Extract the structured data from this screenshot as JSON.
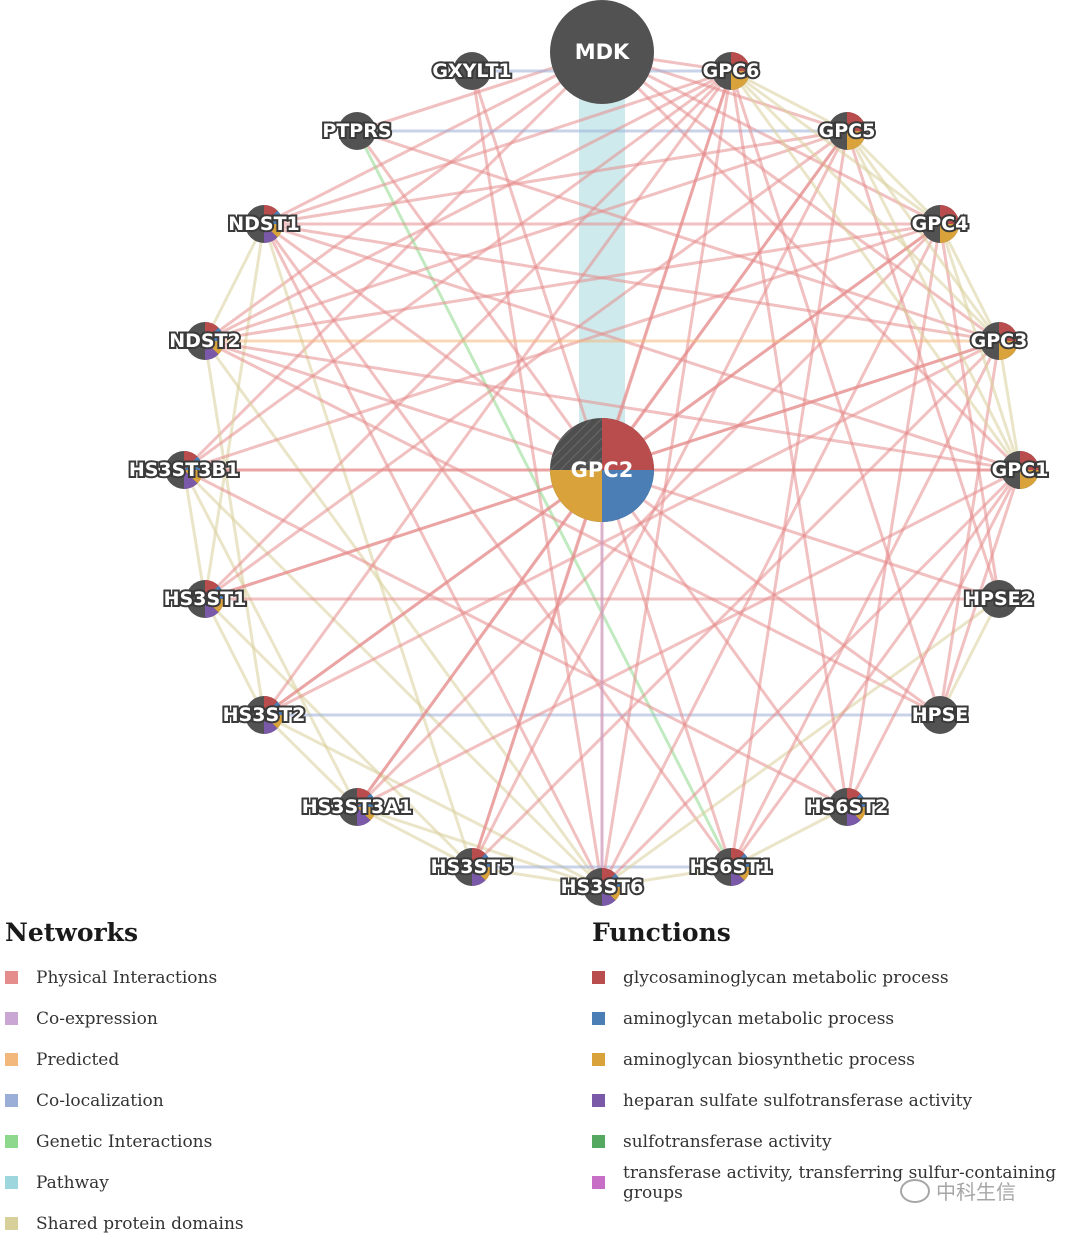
{
  "graph": {
    "nodes": [
      {
        "id": "MDK",
        "label": "MDK",
        "type": "hub-top",
        "funcs": []
      },
      {
        "id": "GPC2",
        "label": "GPC2",
        "type": "hub",
        "funcs": [
          "glycosaminoglycan metabolic process",
          "aminoglycan metabolic process",
          "aminoglycan biosynthetic process",
          "query"
        ]
      },
      {
        "id": "GXYLT1",
        "label": "GXYLT1",
        "type": "node",
        "funcs": []
      },
      {
        "id": "PTPRS",
        "label": "PTPRS",
        "type": "node",
        "funcs": []
      },
      {
        "id": "NDST1",
        "label": "NDST1",
        "type": "node",
        "funcs": [
          "glycosaminoglycan metabolic process",
          "aminoglycan metabolic process",
          "aminoglycan biosynthetic process",
          "heparan sulfate sulfotransferase activity"
        ]
      },
      {
        "id": "NDST2",
        "label": "NDST2",
        "type": "node",
        "funcs": [
          "glycosaminoglycan metabolic process",
          "aminoglycan metabolic process",
          "aminoglycan biosynthetic process",
          "heparan sulfate sulfotransferase activity"
        ]
      },
      {
        "id": "HS3ST3B1",
        "label": "HS3ST3B1",
        "type": "node",
        "funcs": [
          "glycosaminoglycan metabolic process",
          "aminoglycan metabolic process",
          "aminoglycan biosynthetic process",
          "heparan sulfate sulfotransferase activity"
        ]
      },
      {
        "id": "HS3ST1",
        "label": "HS3ST1",
        "type": "node",
        "funcs": [
          "glycosaminoglycan metabolic process",
          "aminoglycan metabolic process",
          "aminoglycan biosynthetic process",
          "heparan sulfate sulfotransferase activity"
        ]
      },
      {
        "id": "HS3ST2",
        "label": "HS3ST2",
        "type": "node",
        "funcs": [
          "glycosaminoglycan metabolic process",
          "aminoglycan metabolic process",
          "aminoglycan biosynthetic process",
          "heparan sulfate sulfotransferase activity"
        ]
      },
      {
        "id": "HS3ST3A1",
        "label": "HS3ST3A1",
        "type": "node",
        "funcs": [
          "glycosaminoglycan metabolic process",
          "aminoglycan metabolic process",
          "aminoglycan biosynthetic process",
          "heparan sulfate sulfotransferase activity"
        ]
      },
      {
        "id": "HS3ST5",
        "label": "HS3ST5",
        "type": "node",
        "funcs": [
          "glycosaminoglycan metabolic process",
          "aminoglycan metabolic process",
          "aminoglycan biosynthetic process",
          "heparan sulfate sulfotransferase activity"
        ]
      },
      {
        "id": "HS3ST6",
        "label": "HS3ST6",
        "type": "node",
        "funcs": [
          "glycosaminoglycan metabolic process",
          "aminoglycan metabolic process",
          "aminoglycan biosynthetic process",
          "heparan sulfate sulfotransferase activity"
        ]
      },
      {
        "id": "HS6ST1",
        "label": "HS6ST1",
        "type": "node",
        "funcs": [
          "glycosaminoglycan metabolic process",
          "aminoglycan metabolic process",
          "aminoglycan biosynthetic process",
          "heparan sulfate sulfotransferase activity"
        ]
      },
      {
        "id": "HS6ST2",
        "label": "HS6ST2",
        "type": "node",
        "funcs": [
          "glycosaminoglycan metabolic process",
          "aminoglycan metabolic process",
          "aminoglycan biosynthetic process",
          "heparan sulfate sulfotransferase activity"
        ]
      },
      {
        "id": "HPSE",
        "label": "HPSE",
        "type": "node",
        "funcs": []
      },
      {
        "id": "HPSE2",
        "label": "HPSE2",
        "type": "node",
        "funcs": []
      },
      {
        "id": "GPC1",
        "label": "GPC1",
        "type": "node",
        "funcs": [
          "glycosaminoglycan metabolic process",
          "aminoglycan biosynthetic process"
        ]
      },
      {
        "id": "GPC3",
        "label": "GPC3",
        "type": "node",
        "funcs": [
          "glycosaminoglycan metabolic process",
          "aminoglycan biosynthetic process"
        ]
      },
      {
        "id": "GPC4",
        "label": "GPC4",
        "type": "node",
        "funcs": [
          "glycosaminoglycan metabolic process",
          "aminoglycan biosynthetic process"
        ]
      },
      {
        "id": "GPC5",
        "label": "GPC5",
        "type": "node",
        "funcs": [
          "glycosaminoglycan metabolic process",
          "aminoglycan biosynthetic process"
        ]
      },
      {
        "id": "GPC6",
        "label": "GPC6",
        "type": "node",
        "funcs": [
          "glycosaminoglycan metabolic process",
          "aminoglycan biosynthetic process"
        ]
      }
    ],
    "edges": [
      [
        "MDK",
        "GPC2",
        "Pathway"
      ],
      [
        "MDK",
        "GPC6",
        "Physical Interactions"
      ],
      [
        "MDK",
        "GPC5",
        "Physical Interactions"
      ],
      [
        "MDK",
        "GPC4",
        "Physical Interactions"
      ],
      [
        "MDK",
        "GPC3",
        "Physical Interactions"
      ],
      [
        "MDK",
        "GPC1",
        "Physical Interactions"
      ],
      [
        "MDK",
        "PTPRS",
        "Physical Interactions"
      ],
      [
        "MDK",
        "NDST1",
        "Physical Interactions"
      ],
      [
        "MDK",
        "NDST2",
        "Physical Interactions"
      ],
      [
        "MDK",
        "HS3ST3B1",
        "Physical Interactions"
      ],
      [
        "GXYLT1",
        "GPC2",
        "Physical Interactions"
      ],
      [
        "GXYLT1",
        "GPC6",
        "Co-localization"
      ],
      [
        "GXYLT1",
        "HS3ST6",
        "Physical Interactions"
      ],
      [
        "PTPRS",
        "GPC2",
        "Physical Interactions"
      ],
      [
        "PTPRS",
        "GPC5",
        "Co-localization"
      ],
      [
        "PTPRS",
        "HS6ST1",
        "Genetic Interactions"
      ],
      [
        "PTPRS",
        "GPC3",
        "Physical Interactions"
      ],
      [
        "NDST1",
        "GPC2",
        "Physical Interactions"
      ],
      [
        "NDST1",
        "GPC6",
        "Physical Interactions"
      ],
      [
        "NDST1",
        "GPC5",
        "Physical Interactions"
      ],
      [
        "NDST1",
        "GPC4",
        "Physical Interactions"
      ],
      [
        "NDST1",
        "GPC3",
        "Physical Interactions"
      ],
      [
        "NDST1",
        "GPC1",
        "Physical Interactions"
      ],
      [
        "NDST1",
        "HS3ST6",
        "Physical Interactions"
      ],
      [
        "NDST1",
        "HS3ST5",
        "Shared protein domains"
      ],
      [
        "NDST1",
        "NDST2",
        "Shared protein domains"
      ],
      [
        "NDST1",
        "HS3ST1",
        "Shared protein domains"
      ],
      [
        "NDST1",
        "HS6ST1",
        "Physical Interactions"
      ],
      [
        "NDST2",
        "GPC2",
        "Physical Interactions"
      ],
      [
        "NDST2",
        "GPC6",
        "Physical Interactions"
      ],
      [
        "NDST2",
        "GPC5",
        "Physical Interactions"
      ],
      [
        "NDST2",
        "GPC4",
        "Physical Interactions"
      ],
      [
        "NDST2",
        "GPC1",
        "Physical Interactions"
      ],
      [
        "NDST2",
        "HS3ST6",
        "Shared protein domains"
      ],
      [
        "NDST2",
        "HS3ST2",
        "Shared protein domains"
      ],
      [
        "NDST2",
        "HPSE",
        "Physical Interactions"
      ],
      [
        "HS3ST3B1",
        "GPC2",
        "Physical Interactions"
      ],
      [
        "HS3ST3B1",
        "GPC6",
        "Physical Interactions"
      ],
      [
        "HS3ST3B1",
        "GPC4",
        "Physical Interactions"
      ],
      [
        "HS3ST3B1",
        "GPC1",
        "Physical Interactions"
      ],
      [
        "HS3ST3B1",
        "HS3ST3A1",
        "Shared protein domains"
      ],
      [
        "HS3ST3B1",
        "HS3ST6",
        "Shared protein domains"
      ],
      [
        "HS3ST3B1",
        "HS3ST1",
        "Shared protein domains"
      ],
      [
        "HS3ST3B1",
        "HS6ST2",
        "Physical Interactions"
      ],
      [
        "HS3ST1",
        "GPC2",
        "Physical Interactions"
      ],
      [
        "HS3ST1",
        "GPC6",
        "Physical Interactions"
      ],
      [
        "HS3ST1",
        "GPC5",
        "Physical Interactions"
      ],
      [
        "HS3ST1",
        "GPC3",
        "Physical Interactions"
      ],
      [
        "HS3ST1",
        "HS3ST5",
        "Shared protein domains"
      ],
      [
        "HS3ST1",
        "HS3ST2",
        "Shared protein domains"
      ],
      [
        "HS3ST1",
        "HPSE2",
        "Physical Interactions"
      ],
      [
        "HS3ST2",
        "GPC2",
        "Physical Interactions"
      ],
      [
        "HS3ST2",
        "GPC6",
        "Physical Interactions"
      ],
      [
        "HS3ST2",
        "GPC4",
        "Physical Interactions"
      ],
      [
        "HS3ST2",
        "GPC3",
        "Physical Interactions"
      ],
      [
        "HS3ST2",
        "HS3ST6",
        "Shared protein domains"
      ],
      [
        "HS3ST2",
        "HS3ST3A1",
        "Shared protein domains"
      ],
      [
        "HS3ST2",
        "HPSE",
        "Co-localization"
      ],
      [
        "HS3ST3A1",
        "GPC2",
        "Physical Interactions"
      ],
      [
        "HS3ST3A1",
        "GPC5",
        "Physical Interactions"
      ],
      [
        "HS3ST3A1",
        "GPC1",
        "Physical Interactions"
      ],
      [
        "HS3ST3A1",
        "HS3ST5",
        "Shared protein domains"
      ],
      [
        "HS3ST3A1",
        "HS3ST6",
        "Shared protein domains"
      ],
      [
        "HS3ST3A1",
        "GPC4",
        "Physical Interactions"
      ],
      [
        "HS3ST5",
        "GPC2",
        "Physical Interactions"
      ],
      [
        "HS3ST5",
        "GPC6",
        "Physical Interactions"
      ],
      [
        "HS3ST5",
        "GPC5",
        "Physical Interactions"
      ],
      [
        "HS3ST5",
        "GPC3",
        "Physical Interactions"
      ],
      [
        "HS3ST5",
        "HS3ST6",
        "Shared protein domains"
      ],
      [
        "HS3ST5",
        "HS6ST1",
        "Co-localization"
      ],
      [
        "HS3ST6",
        "GPC2",
        "Physical Interactions"
      ],
      [
        "HS3ST6",
        "GPC6",
        "Physical Interactions"
      ],
      [
        "HS3ST6",
        "GPC4",
        "Physical Interactions"
      ],
      [
        "HS3ST6",
        "GPC1",
        "Physical Interactions"
      ],
      [
        "HS3ST6",
        "HS6ST1",
        "Shared protein domains"
      ],
      [
        "HS3ST6",
        "HPSE2",
        "Shared protein domains"
      ],
      [
        "HS6ST1",
        "GPC2",
        "Physical Interactions"
      ],
      [
        "HS6ST1",
        "GPC5",
        "Physical Interactions"
      ],
      [
        "HS6ST1",
        "GPC3",
        "Physical Interactions"
      ],
      [
        "HS6ST1",
        "GPC1",
        "Physical Interactions"
      ],
      [
        "HS6ST1",
        "HS6ST2",
        "Shared protein domains"
      ],
      [
        "HS6ST2",
        "GPC2",
        "Physical Interactions"
      ],
      [
        "HS6ST2",
        "GPC6",
        "Physical Interactions"
      ],
      [
        "HS6ST2",
        "GPC4",
        "Physical Interactions"
      ],
      [
        "HS6ST2",
        "GPC1",
        "Physical Interactions"
      ],
      [
        "HPSE",
        "GPC2",
        "Physical Interactions"
      ],
      [
        "HPSE",
        "GPC6",
        "Physical Interactions"
      ],
      [
        "HPSE",
        "GPC3",
        "Physical Interactions"
      ],
      [
        "HPSE",
        "GPC1",
        "Physical Interactions"
      ],
      [
        "HPSE",
        "HPSE2",
        "Shared protein domains"
      ],
      [
        "HPSE2",
        "GPC2",
        "Physical Interactions"
      ],
      [
        "HPSE2",
        "GPC5",
        "Physical Interactions"
      ],
      [
        "HPSE2",
        "GPC4",
        "Physical Interactions"
      ],
      [
        "GPC1",
        "GPC2",
        "Physical Interactions"
      ],
      [
        "GPC1",
        "GPC3",
        "Shared protein domains"
      ],
      [
        "GPC1",
        "GPC4",
        "Shared protein domains"
      ],
      [
        "GPC1",
        "GPC5",
        "Shared protein domains"
      ],
      [
        "GPC1",
        "GPC6",
        "Shared protein domains"
      ],
      [
        "GPC3",
        "GPC2",
        "Physical Interactions"
      ],
      [
        "GPC3",
        "GPC4",
        "Shared protein domains"
      ],
      [
        "GPC3",
        "GPC5",
        "Shared protein domains"
      ],
      [
        "GPC3",
        "GPC6",
        "Shared protein domains"
      ],
      [
        "GPC4",
        "GPC2",
        "Physical Interactions"
      ],
      [
        "GPC4",
        "GPC5",
        "Shared protein domains"
      ],
      [
        "GPC4",
        "GPC6",
        "Shared protein domains"
      ],
      [
        "GPC5",
        "GPC2",
        "Physical Interactions"
      ],
      [
        "GPC5",
        "GPC6",
        "Shared protein domains"
      ],
      [
        "GPC6",
        "GPC2",
        "Physical Interactions"
      ],
      [
        "GPC2",
        "HS3ST6",
        "Co-expression"
      ],
      [
        "NDST2",
        "GPC3",
        "Predicted"
      ]
    ]
  },
  "legends": {
    "networks": {
      "title": "Networks",
      "items": [
        {
          "label": "Physical Interactions",
          "color": "#e58c8c"
        },
        {
          "label": "Co-expression",
          "color": "#c9a6d4"
        },
        {
          "label": "Predicted",
          "color": "#f2b87c"
        },
        {
          "label": "Co-localization",
          "color": "#9aaed8"
        },
        {
          "label": "Genetic Interactions",
          "color": "#8ed88e"
        },
        {
          "label": "Pathway",
          "color": "#9dd6dc"
        },
        {
          "label": "Shared protein domains",
          "color": "#d8d09a"
        }
      ]
    },
    "functions": {
      "title": "Functions",
      "items": [
        {
          "label": "glycosaminoglycan metabolic process",
          "color": "#b94c4c"
        },
        {
          "label": "aminoglycan metabolic process",
          "color": "#4a7eb5"
        },
        {
          "label": "aminoglycan biosynthetic process",
          "color": "#d9a23a"
        },
        {
          "label": "heparan sulfate sulfotransferase activity",
          "color": "#7a5aa8"
        },
        {
          "label": "sulfotransferase activity",
          "color": "#55a85f"
        },
        {
          "label": "transferase activity, transferring sulfur-containing groups",
          "color": "#c76fc6"
        }
      ]
    }
  },
  "watermark": "中科生信"
}
